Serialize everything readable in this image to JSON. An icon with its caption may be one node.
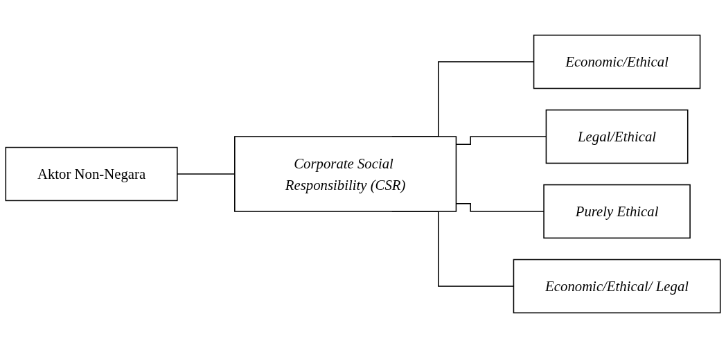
{
  "diagram": {
    "nodes": [
      {
        "text": [
          "Aktor Non-Negara"
        ]
      },
      {
        "text": [
          "Corporate Social Responsibility (CSR)"
        ]
      },
      {
        "text": [
          "Economic/Ethical"
        ]
      },
      {
        "text": [
          "Legal/Ethical"
        ]
      },
      {
        "text": [
          "Purely Ethical"
        ]
      },
      {
        "text": [
          "Economic/Ethical/ Legal"
        ]
      }
    ],
    "edges": [
      {
        "from": 0,
        "to": 1,
        "arrow": "none"
      },
      {
        "from": 1,
        "to": 2,
        "arrow": "none"
      },
      {
        "from": 1,
        "to": 3,
        "arrow": "none"
      },
      {
        "from": 1,
        "to": 4,
        "arrow": "none"
      },
      {
        "from": 1,
        "to": 5,
        "arrow": "none"
      }
    ]
  }
}
